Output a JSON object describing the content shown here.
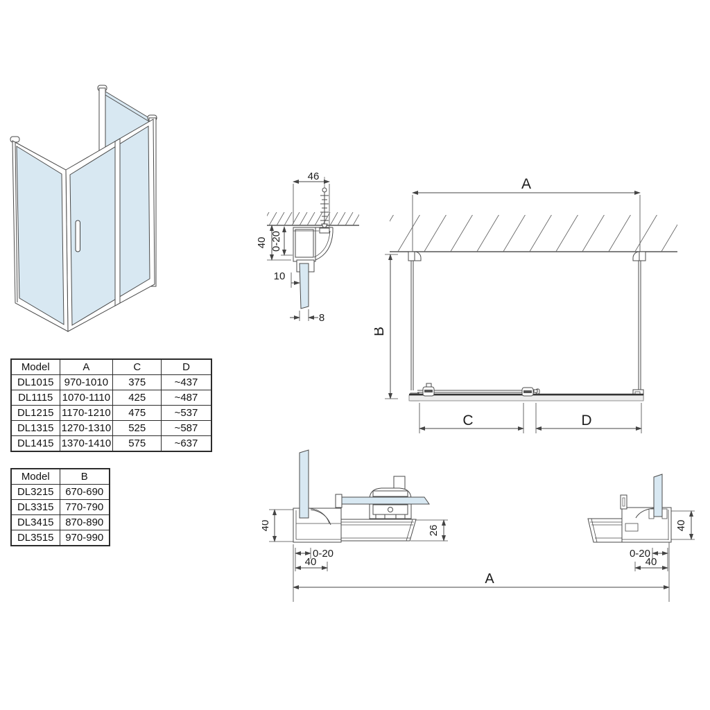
{
  "colors": {
    "line": "#4a4a4a",
    "dim_line": "#444444",
    "wall_line": "#555555",
    "glass": "#d8e8f2",
    "rail_fill": "#ededed",
    "table_border": "#2b2b2b",
    "text": "#1d1d1d"
  },
  "top_detail": {
    "dim_width": "46",
    "dim_height": "40",
    "dim_adjust": "0-20",
    "dim_offset": "10",
    "dim_glass": "8"
  },
  "plan_view": {
    "dim_a": "A",
    "dim_b": "B",
    "dim_c": "C",
    "dim_d": "D"
  },
  "bottom_left_detail": {
    "dim_height": "40",
    "dim_adjust": "0-20",
    "dim_width": "40",
    "dim_rail": "26"
  },
  "bottom_right_detail": {
    "dim_height": "40",
    "dim_adjust": "0-20",
    "dim_width": "40"
  },
  "bottom_overall": {
    "dim_a": "A"
  },
  "size_table": {
    "headers": [
      "Model",
      "A",
      "C",
      "D"
    ],
    "rows": [
      [
        "DL1015",
        "970-1010",
        "375",
        "~437"
      ],
      [
        "DL1115",
        "1070-1110",
        "425",
        "~487"
      ],
      [
        "DL1215",
        "1170-1210",
        "475",
        "~537"
      ],
      [
        "DL1315",
        "1270-1310",
        "525",
        "~587"
      ],
      [
        "DL1415",
        "1370-1410",
        "575",
        "~637"
      ]
    ]
  },
  "depth_table": {
    "headers": [
      "Model",
      "B"
    ],
    "rows": [
      [
        "DL3215",
        "670-690"
      ],
      [
        "DL3315",
        "770-790"
      ],
      [
        "DL3415",
        "870-890"
      ],
      [
        "DL3515",
        "970-990"
      ]
    ]
  }
}
